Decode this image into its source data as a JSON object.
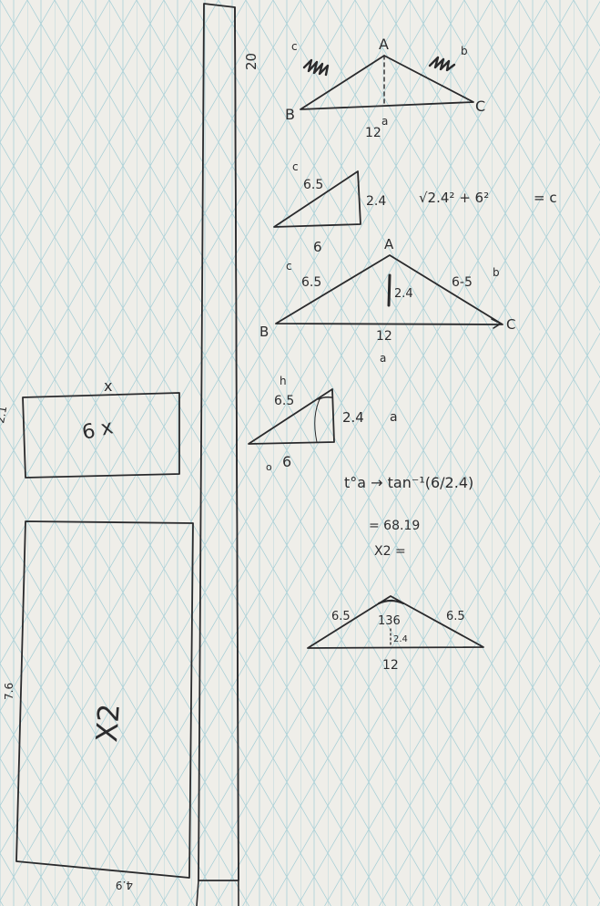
{
  "page": {
    "paper_color": "#efeee9",
    "grid_color": "#9fcbd3",
    "ink_color": "#2a2a2c"
  },
  "strip": {
    "length_label": "20"
  },
  "rect_top": {
    "top_label": "x",
    "left_label": "2.1",
    "center_label": "6 x"
  },
  "rect_big": {
    "left_label": "7.6",
    "center_label": "X2",
    "bottom_label": "4.9"
  },
  "tri1": {
    "vertex_a": "A",
    "vertex_b": "B",
    "vertex_c": "C",
    "side_c": "c",
    "side_b": "b",
    "base_label": "12",
    "base_side": "a"
  },
  "tri2": {
    "hyp_side": "c",
    "hyp_label": "6.5",
    "height_label": "2.4",
    "base_label": "6",
    "equation_root": "√2.4² + 6²",
    "equation_result": "= c"
  },
  "tri3": {
    "vertex_a": "A",
    "vertex_b": "B",
    "vertex_c": "C",
    "side_c": "c",
    "left_label": "6.5",
    "height_label": "2.4",
    "right_label": "6-5",
    "side_b": "b",
    "base_label": "12",
    "base_side": "a"
  },
  "tri4": {
    "hyp_side": "h",
    "hyp_label": "6.5",
    "height_label": "2.4",
    "height_side": "a",
    "base_side": "o",
    "base_label": "6"
  },
  "working": {
    "formula": "t°a → tan⁻¹(6/2.4)",
    "result": "= 68.19",
    "double": "X2 ="
  },
  "tri5": {
    "left_label": "6.5",
    "angle_label": "136",
    "right_label": "6.5",
    "height_label": "2.4",
    "base_label": "12"
  }
}
